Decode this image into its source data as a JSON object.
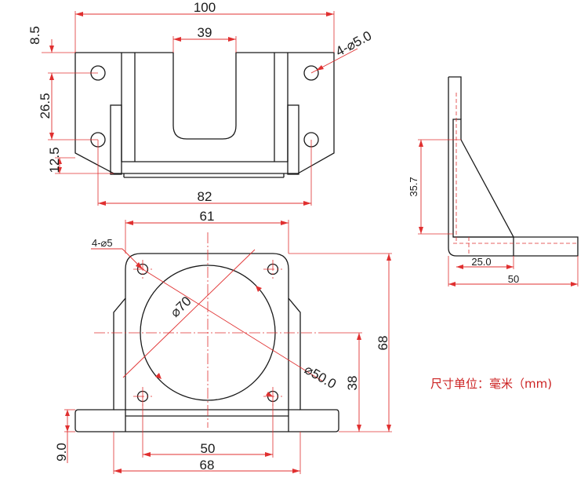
{
  "top_view": {
    "overall_width": "100",
    "slot_width": "39",
    "hole_callout": "4-⌀5.0",
    "edge_to_hole": "8.5",
    "hole_pitch_vertical": "26.5",
    "hole_to_bottom": "12.5",
    "hole_pitch_horizontal": "82"
  },
  "side_view": {
    "height": "35.7",
    "inner_offset": "25.0",
    "base_length": "50"
  },
  "front_view": {
    "top_width": "61",
    "hole_callout": "4-⌀5",
    "bore_diameter": "⌀70",
    "bolt_circle": "⌀50.0",
    "total_height": "68",
    "center_height": "38",
    "foot_thickness": "9.0",
    "hole_pitch": "50",
    "overall_width": "68"
  },
  "unit_note": "尺寸单位：毫米（mm)"
}
